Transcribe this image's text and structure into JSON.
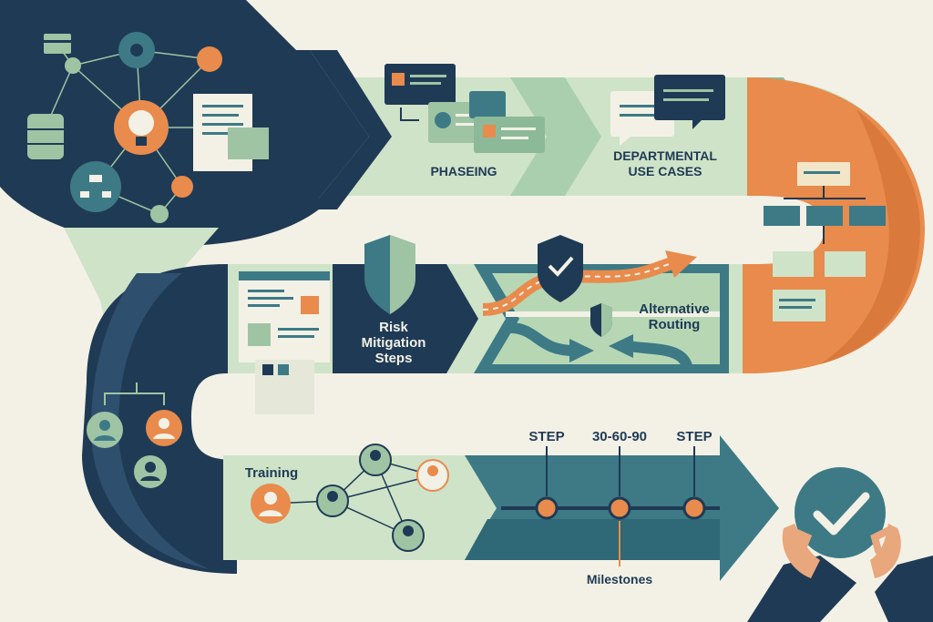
{
  "labels": {
    "phaseing": "PHASEING",
    "departmental": "DEPARTMENTAL",
    "use_cases": "USE CASES",
    "risk": "Risk",
    "mitigation": "Mitigation",
    "steps": "Steps",
    "alternative": "Alternative",
    "routing": "Routing",
    "training": "Training",
    "step_left": "STEP",
    "step_mid": "30-60-90",
    "step_right": "STEP",
    "milestones": "Milestones"
  },
  "colors": {
    "navy": "#1f3a55",
    "teal": "#3d7a86",
    "sage": "#9fc4a4",
    "mint": "#cfe3c8",
    "orange": "#e88b4c",
    "cream": "#f3f1e6"
  },
  "icons": [
    "gear-icon",
    "lightbulb-icon",
    "database-icon",
    "document-icon",
    "org-chart-icon",
    "chat-bubble-icon",
    "shield-icon",
    "shield-check-icon",
    "person-icon",
    "check-icon",
    "hands-icon"
  ]
}
